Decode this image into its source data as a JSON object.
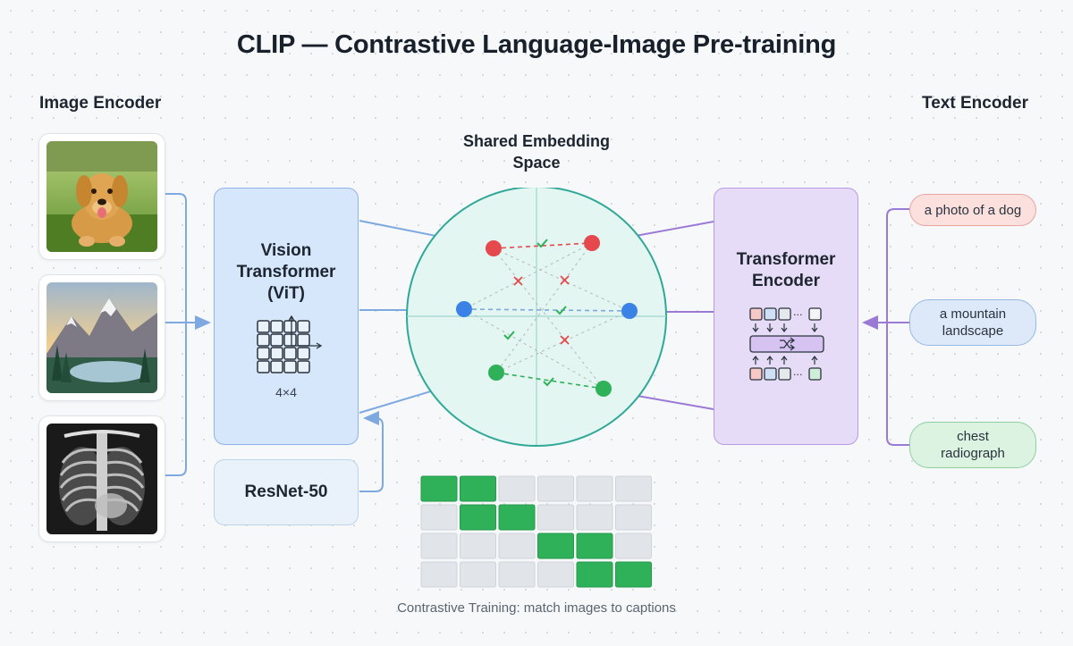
{
  "title": "CLIP — Contrastive Language-Image Pre-training",
  "image_encoder": {
    "label": "Image Encoder",
    "images": [
      "dog-photo",
      "mountain-landscape-photo",
      "chest-xray-photo"
    ],
    "vit": {
      "line1": "Vision",
      "line2": "Transformer",
      "line3": "(ViT)",
      "grid_label": "4×4"
    },
    "resnet": "ResNet-50"
  },
  "embedding": {
    "title_line1": "Shared Embedding",
    "title_line2": "Space",
    "colors": {
      "red": "#e5484d",
      "blue": "#3b82e6",
      "green": "#2fb15a"
    }
  },
  "text_encoder": {
    "label": "Text Encoder",
    "transformer": {
      "line1": "Transformer",
      "line2": "Encoder"
    },
    "captions": [
      {
        "text": "a photo of a dog"
      },
      {
        "line1": "a mountain",
        "line2": "landscape"
      },
      {
        "line1": "chest",
        "line2": "radiograph"
      }
    ]
  },
  "matrix": {
    "rows": 4,
    "cols": 6,
    "matches": [
      [
        1,
        1,
        0,
        0,
        0,
        0
      ],
      [
        0,
        1,
        1,
        0,
        0,
        0
      ],
      [
        0,
        0,
        0,
        1,
        1,
        0
      ],
      [
        0,
        0,
        0,
        0,
        1,
        1
      ]
    ],
    "match_color": "#2fb15a",
    "empty_color": "#e1e4e8"
  },
  "caption": "Contrastive Training: match images to captions"
}
